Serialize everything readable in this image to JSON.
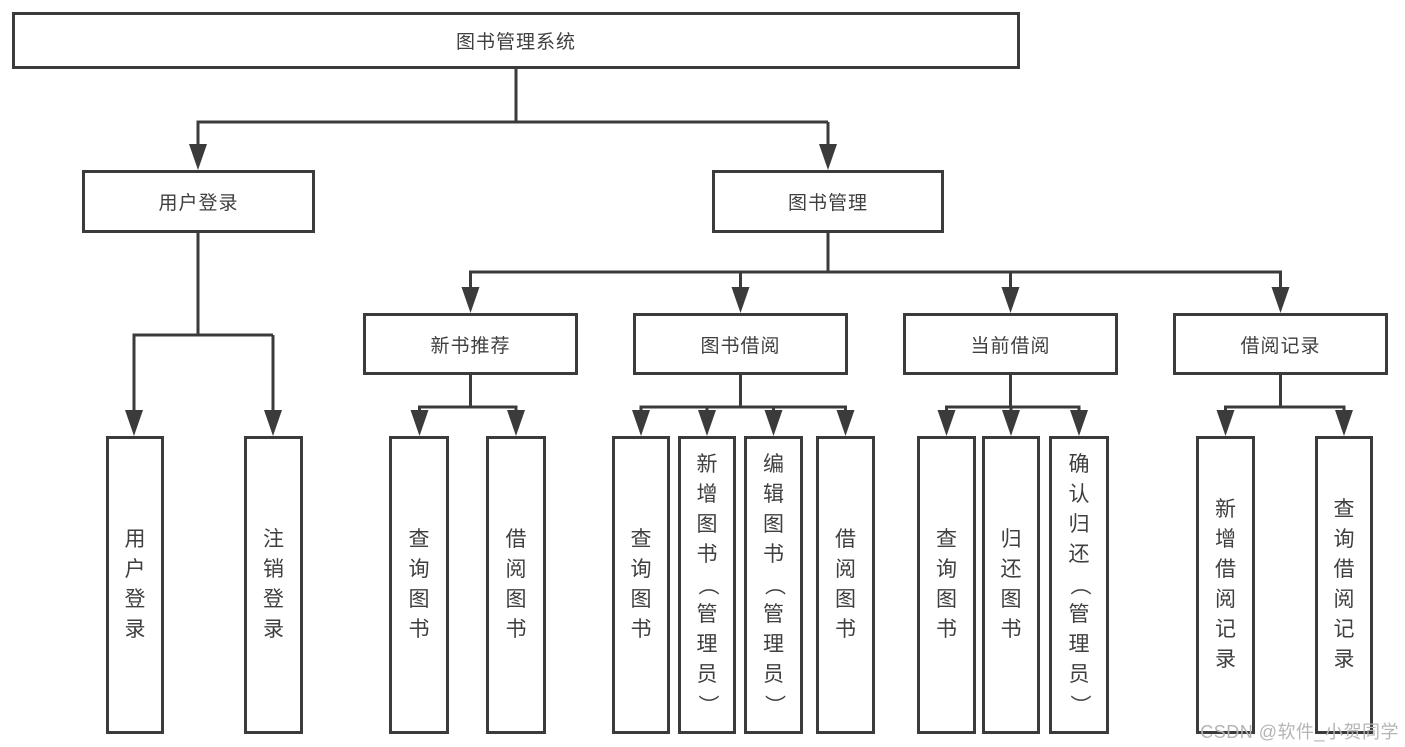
{
  "diagram": {
    "root": {
      "label": "图书管理系统"
    },
    "level2": [
      {
        "label": "用户登录"
      },
      {
        "label": "图书管理"
      }
    ],
    "level3": [
      {
        "label": "新书推荐"
      },
      {
        "label": "图书借阅"
      },
      {
        "label": "当前借阅"
      },
      {
        "label": "借阅记录"
      }
    ],
    "leaves": {
      "user_login": [
        "用户登录",
        "注销登录"
      ],
      "new_book": [
        "查询图书",
        "借阅图书"
      ],
      "book_borrow": [
        "查询图书",
        "新增图书（管理员）",
        "编辑图书（管理员）",
        "借阅图书"
      ],
      "current_borrow": [
        "查询图书",
        "归还图书",
        "确认归还（管理员）"
      ],
      "borrow_records": [
        "新增借阅记录",
        "查询借阅记录"
      ]
    }
  },
  "watermark": "CSDN @软件_小贺同学",
  "colors": {
    "line": "#3b3b3b",
    "text": "#3f3f3f",
    "watermark": "#b5b5b5",
    "background": "#ffffff"
  }
}
